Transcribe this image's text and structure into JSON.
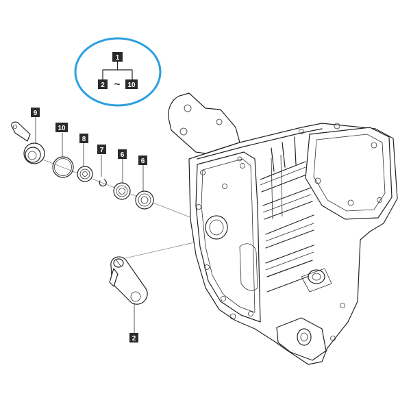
{
  "callout": {
    "parent": "1",
    "range_start": "2",
    "range_sep": "~",
    "range_end": "10",
    "circle_color": "#2b9fe0"
  },
  "labels": {
    "p9": "9",
    "p10": "10",
    "p8": "8",
    "p7": "7",
    "p6a": "6",
    "p6b": "6",
    "p2": "2"
  },
  "colors": {
    "line": "#222222",
    "tag": "#2b2b2b"
  }
}
